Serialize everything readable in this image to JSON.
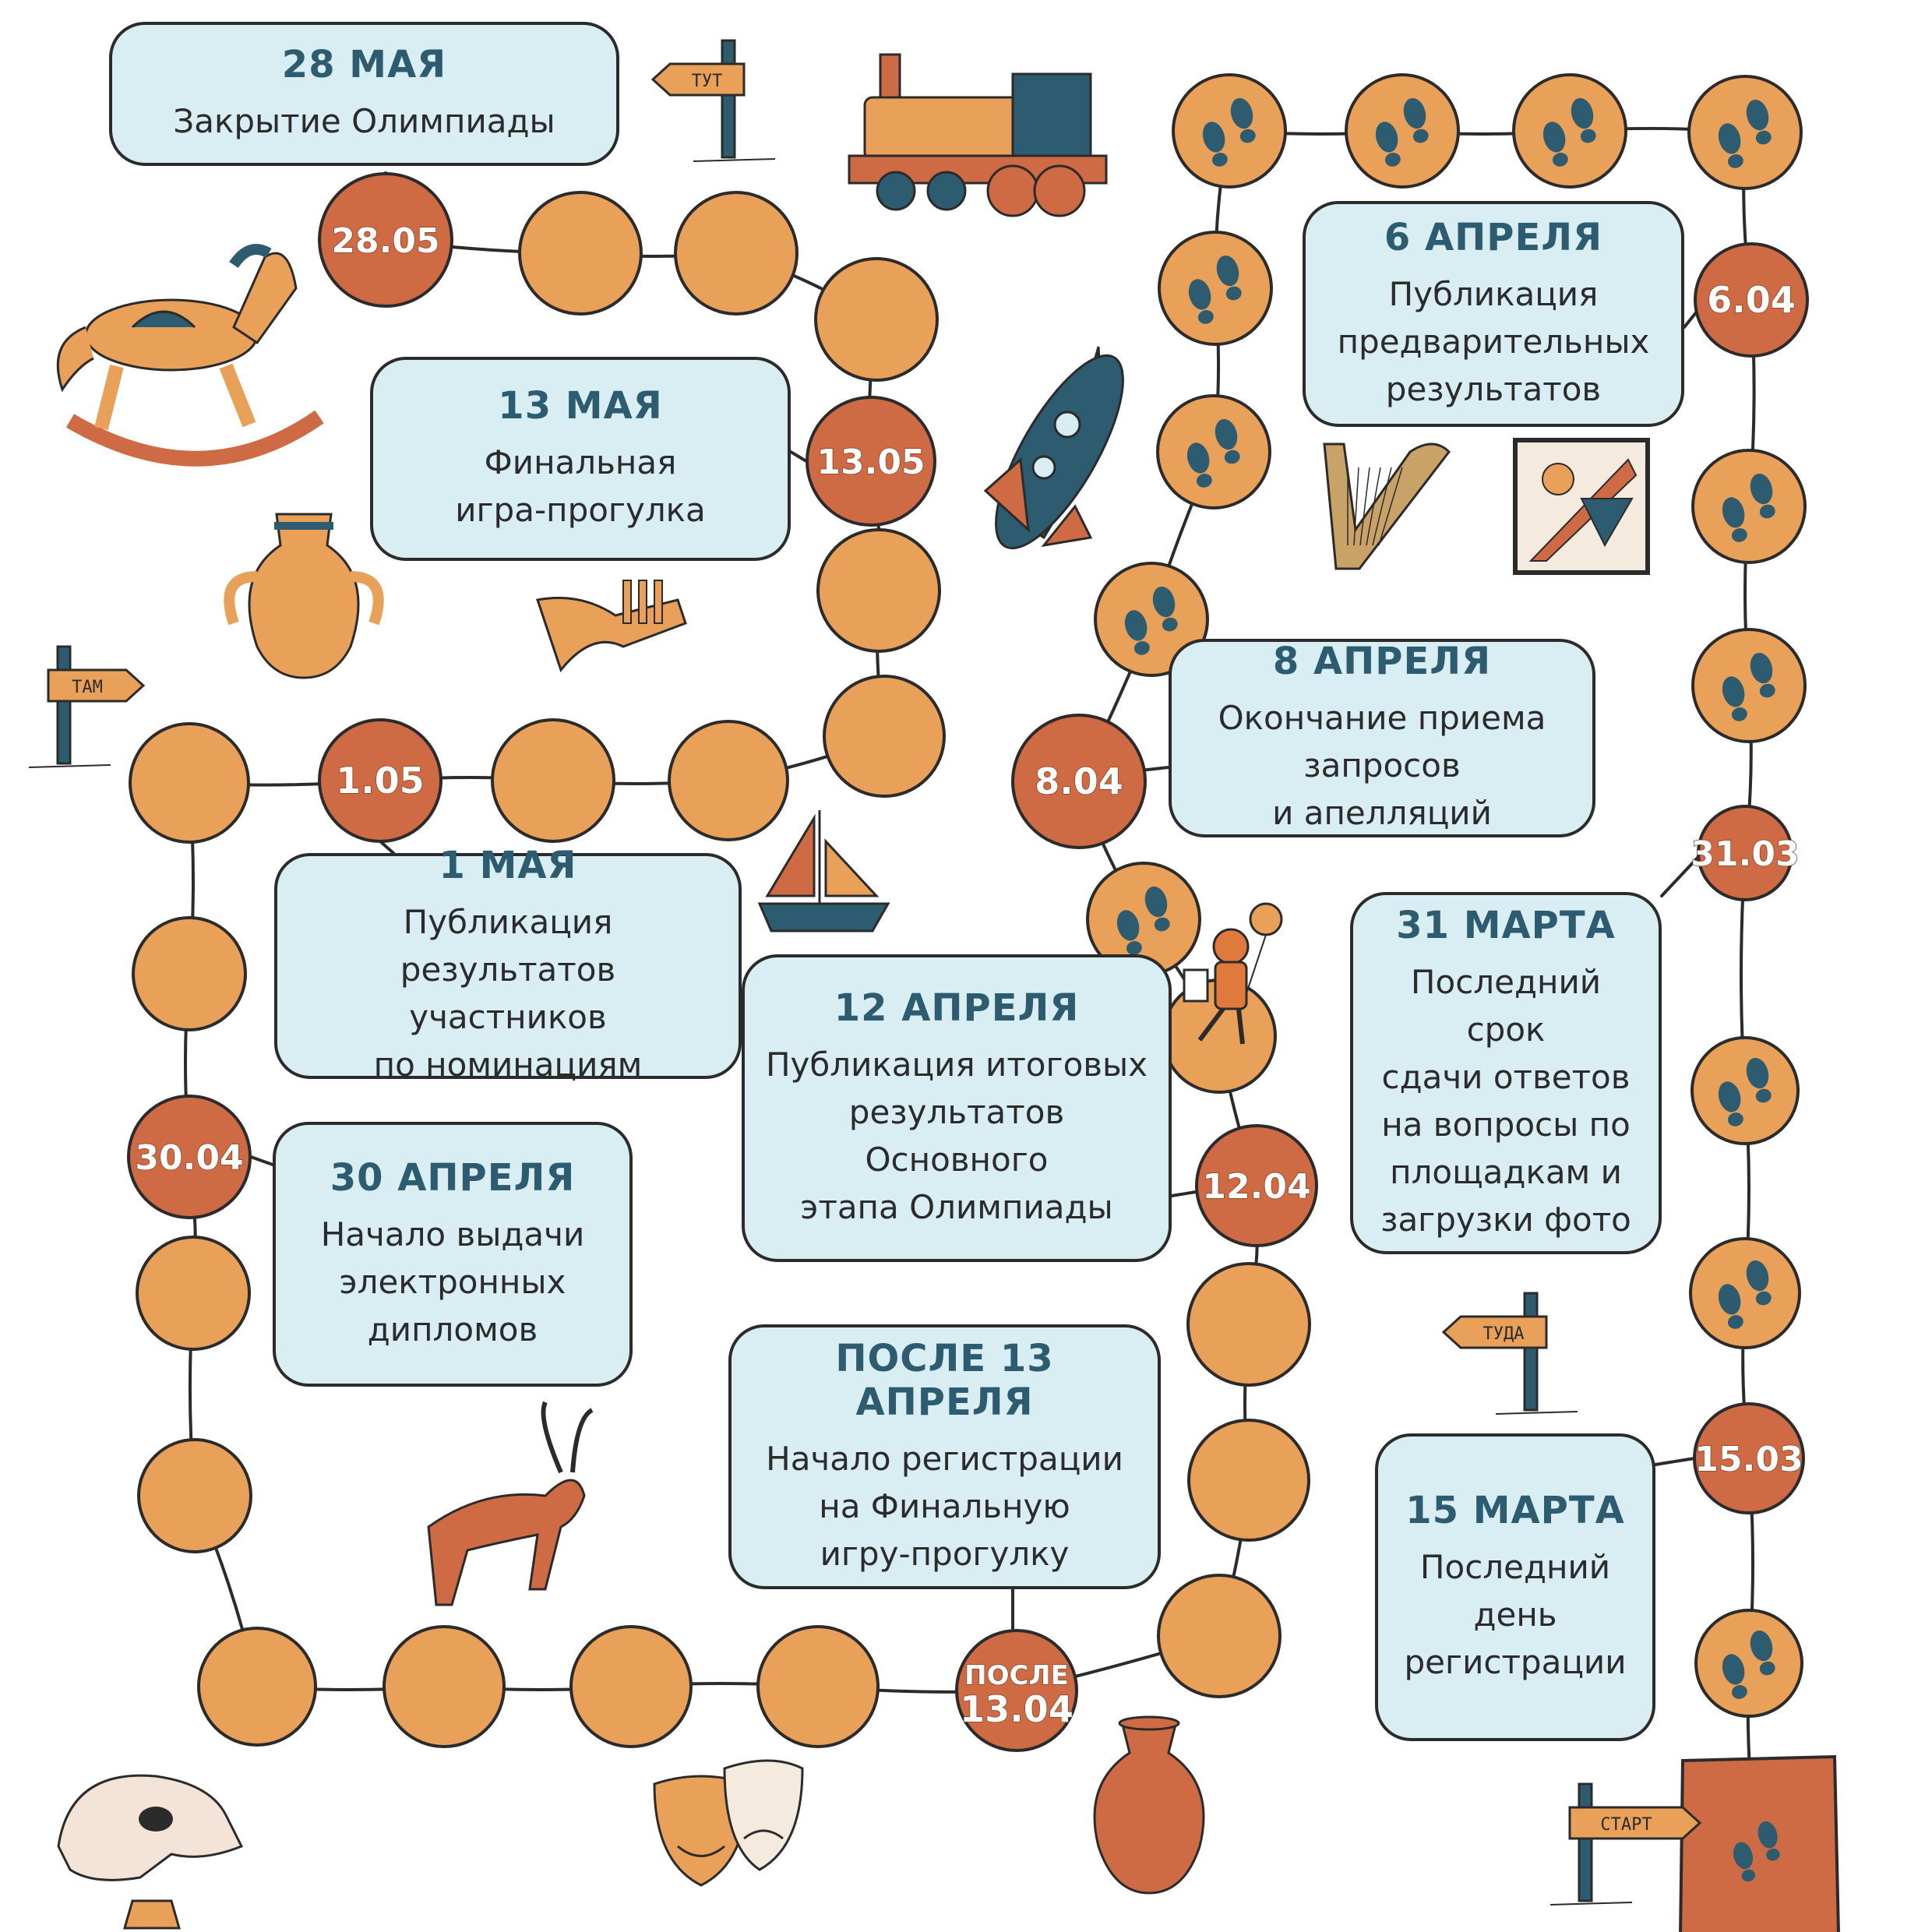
{
  "colors": {
    "circle_plain": "#e9a058",
    "circle_milestone": "#cf6b44",
    "outline": "#2b2b2b",
    "bubble_fill": "#d8eef3",
    "date_text": "#2d5c70",
    "footprint": "#2d5c70"
  },
  "milestones": [
    {
      "key": "m2805",
      "circle": "28.05",
      "date": "28 МАЯ",
      "text": "Закрытие Олимпиады"
    },
    {
      "key": "m1305",
      "circle": "13.05",
      "date": "13 МАЯ",
      "text": "Финальная\nигра-прогулка"
    },
    {
      "key": "m0105",
      "circle": "1.05",
      "date": "1 МАЯ",
      "text": "Публикация результатов\nучастников\nпо номинациям"
    },
    {
      "key": "m3004",
      "circle": "30.04",
      "date": "30 АПРЕЛЯ",
      "text": "Начало выдачи\nэлектронных\nдипломов"
    },
    {
      "key": "m1204",
      "circle": "12.04",
      "date": "12 АПРЕЛЯ",
      "text": "Публикация итоговых\nрезультатов Основного\nэтапа Олимпиады"
    },
    {
      "key": "m1304",
      "circle_top": "ПОСЛЕ",
      "circle": "13.04",
      "date": "ПОСЛЕ 13 АПРЕЛЯ",
      "text": "Начало регистрации\nна Финальную\nигру-прогулку"
    },
    {
      "key": "m0804",
      "circle": "8.04",
      "date": "8 АПРЕЛЯ",
      "text": "Окончание приема\nзапросов\nи апелляций"
    },
    {
      "key": "m0604",
      "circle": "6.04",
      "date": "6 АПРЕЛЯ",
      "text": "Публикация\nпредварительных\nрезультатов"
    },
    {
      "key": "m3103",
      "circle": "31.03",
      "date": "31 МАРТА",
      "text": "Последний срок\nсдачи ответов\nна вопросы по\nплощадкам и\nзагрузки фото"
    },
    {
      "key": "m1503",
      "circle": "15.03",
      "date": "15 МАРТА",
      "text": "Последний\nдень\nрегистрации"
    }
  ],
  "signs": {
    "tut": "ТУТ",
    "tam": "ТАМ",
    "tuda": "ТУДА",
    "start": "СТАРТ"
  },
  "icons": [
    "steam-train-icon",
    "rocking-horse-icon",
    "rocket-icon",
    "amphora-icon",
    "trumpet-icon",
    "harp-icon",
    "abstract-painting-icon",
    "sailboat-icon",
    "traveler-with-balloon-icon",
    "antelope-figure-icon",
    "skull-icon",
    "theatre-masks-icon",
    "vase-icon",
    "footprints-icon"
  ]
}
